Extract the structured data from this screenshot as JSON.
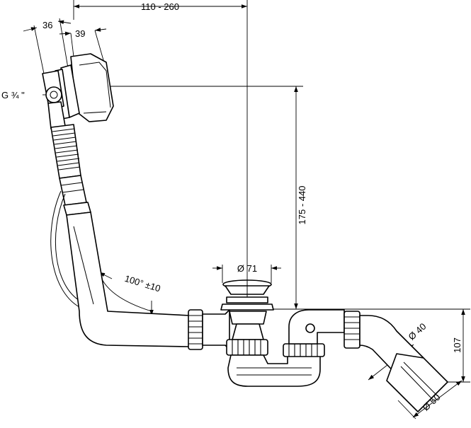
{
  "dimensions": {
    "adjust_range": "110 - 260",
    "width_36": "36",
    "width_39": "39",
    "thread": "G ¾ \"",
    "height_range": "175 - 440",
    "drain_diameter": "Ø 71",
    "angle": "100° ±10",
    "pipe_diameter_40": "Ø 40",
    "pipe_diameter_50": "Ø 50",
    "height_107": "107"
  }
}
